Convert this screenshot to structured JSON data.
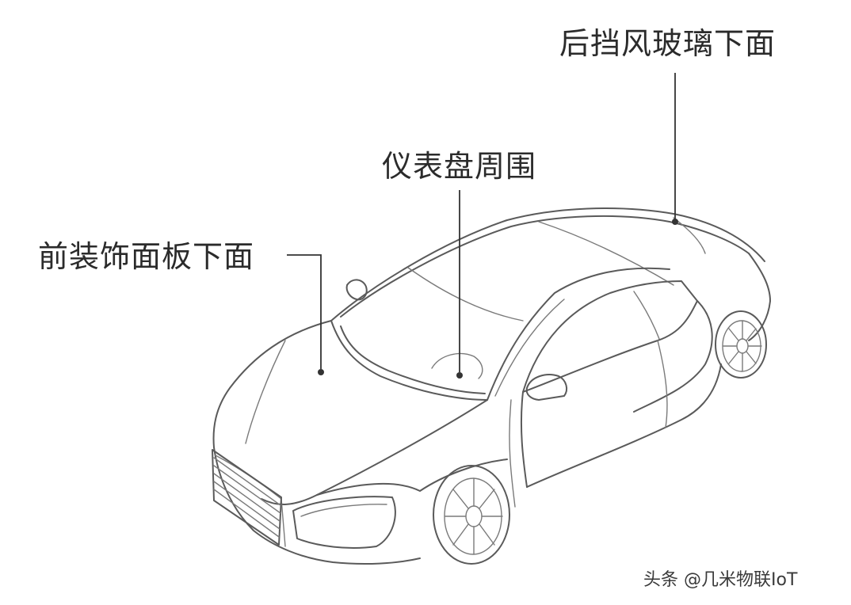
{
  "callouts": {
    "rear_windshield": "后挡风玻璃下面",
    "dashboard": "仪表盘周围",
    "front_trim": "前装饰面板下面"
  },
  "watermark": "头条 @几米物联IoT",
  "colors": {
    "line": "#5a5a5a",
    "text": "#2b2b2b",
    "background": "#ffffff"
  }
}
